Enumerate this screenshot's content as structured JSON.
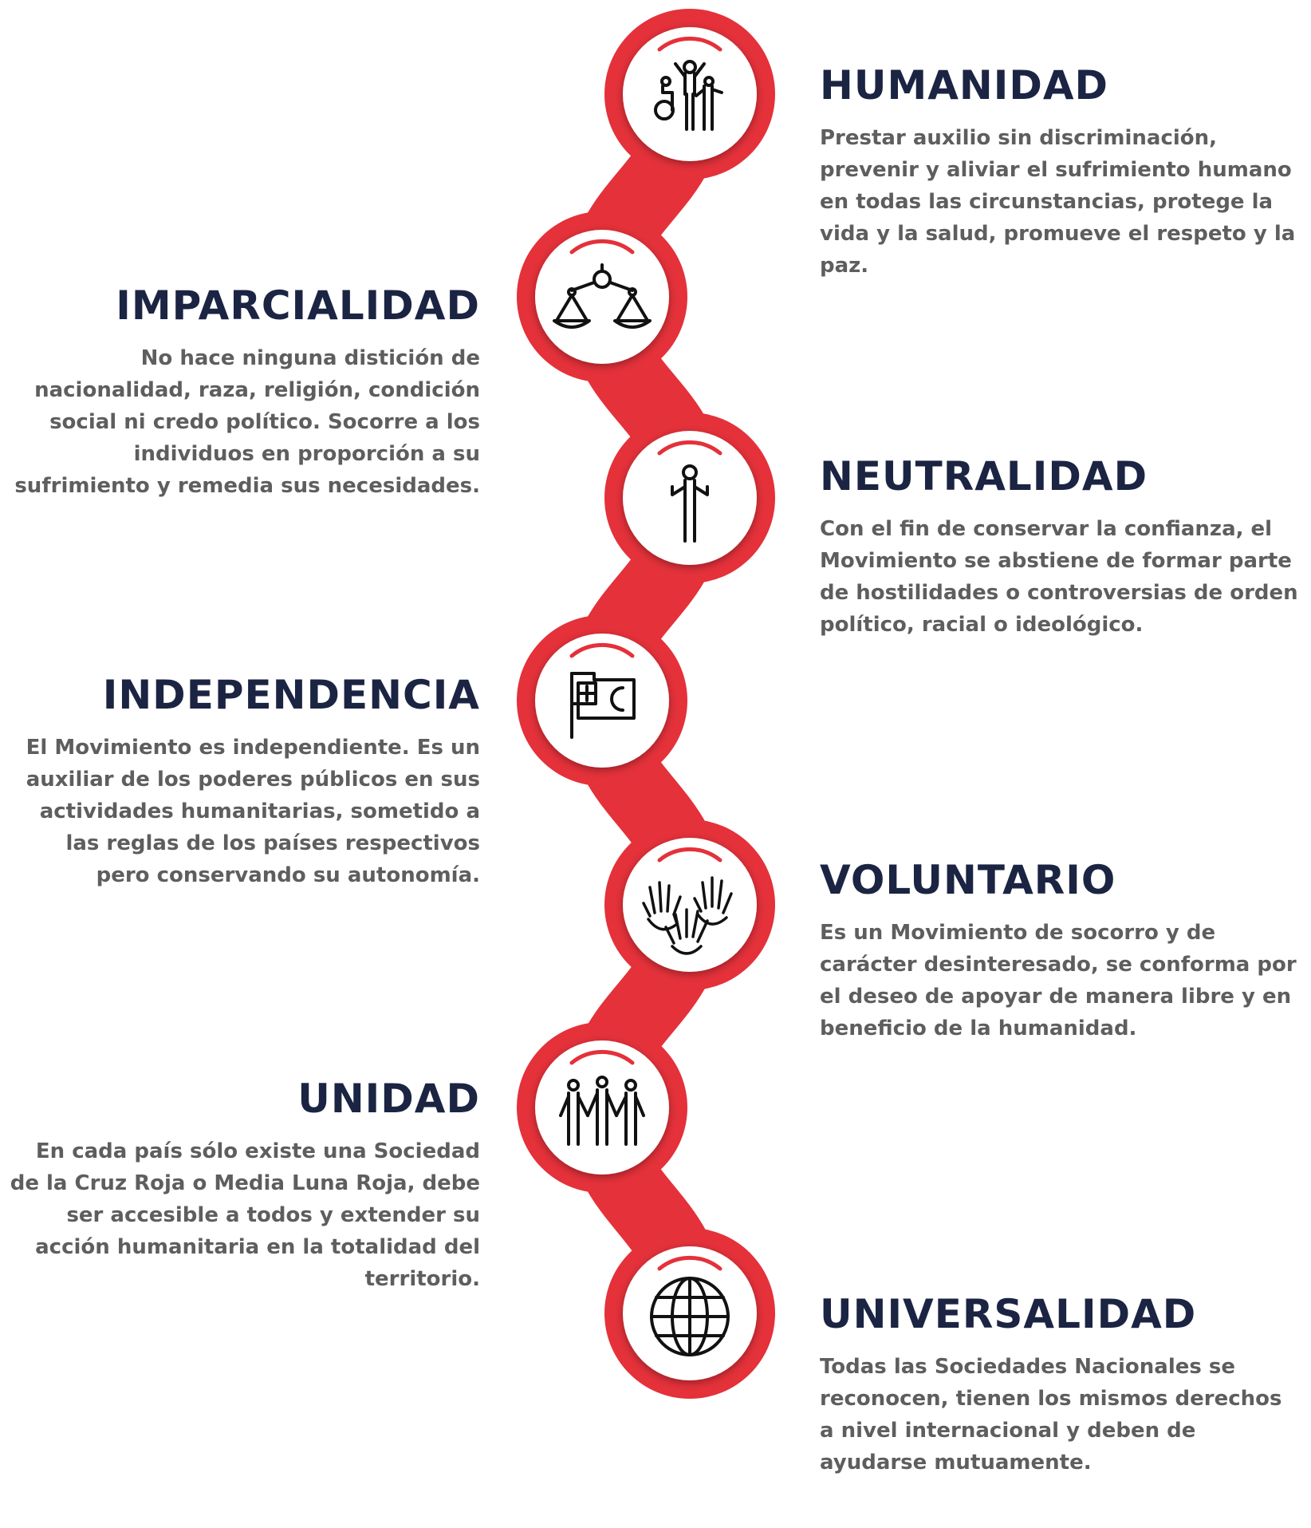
{
  "colors": {
    "accent_red": "#e4313a",
    "heading_navy": "#1b2442",
    "body_gray": "#5e5e5e",
    "icon_black": "#111111",
    "circle_white": "#ffffff"
  },
  "principles": [
    {
      "id": "humanidad",
      "icon": "people-wheelchair-icon",
      "title": "HUMANIDAD",
      "description": "Prestar auxilio sin discriminación, prevenir y aliviar el sufrimiento humano en todas las circunstancias, protege la vida y la salud, promueve el respeto y la paz."
    },
    {
      "id": "imparcialidad",
      "icon": "balance-scale-icon",
      "title": "IMPARCIALIDAD",
      "description": "No hace ninguna distición de nacionalidad, raza, religión, condición social ni credo político. Socorre a los individuos en proporción a su sufrimiento y remedia sus necesidades."
    },
    {
      "id": "neutralidad",
      "icon": "neutral-person-icon",
      "title": "NEUTRALIDAD",
      "description": "Con el fin de conservar la confianza, el Movimiento se abstiene de formar parte de hostilidades o controversias de orden político, racial o ideológico."
    },
    {
      "id": "independencia",
      "icon": "cross-crescent-flag-icon",
      "title": "INDEPENDENCIA",
      "description": "El Movimiento es independiente. Es un auxiliar de los poderes públicos en sus actividades humanitarias, sometido a las reglas de los países respectivos pero conservando su autonomía."
    },
    {
      "id": "voluntario",
      "icon": "raised-hands-icon",
      "title": "VOLUNTARIO",
      "description": "Es un Movimiento de socorro y de carácter desinteresado, se conforma por el deseo de apoyar de manera libre y en beneficio de la humanidad."
    },
    {
      "id": "unidad",
      "icon": "group-people-icon",
      "title": "UNIDAD",
      "description": "En cada país sólo existe una Sociedad de la Cruz Roja o Media Luna Roja, debe ser accesible a todos y extender su acción humanitaria en la totalidad del territorio."
    },
    {
      "id": "universalidad",
      "icon": "globe-icon",
      "title": "UNIVERSALIDAD",
      "description": "Todas las Sociedades Nacionales se reconocen, tienen los mismos derechos a nivel internacional y deben de ayudarse mutuamente."
    }
  ]
}
